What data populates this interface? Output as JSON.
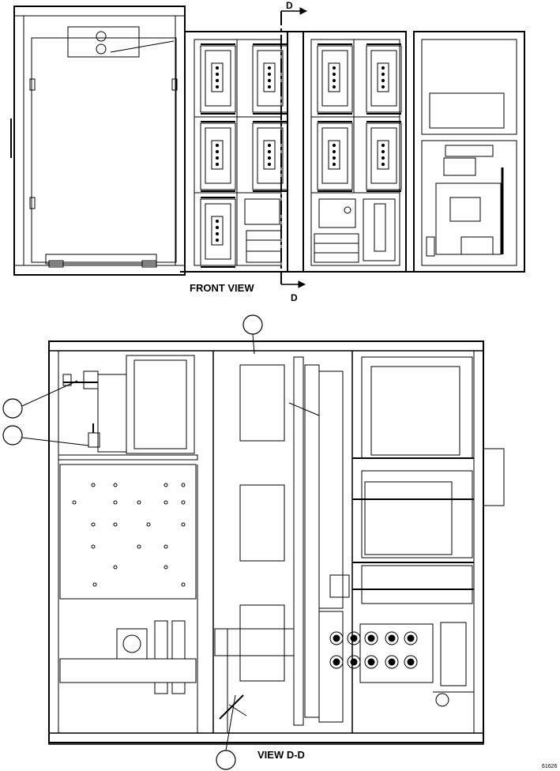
{
  "front_view": {
    "title": "FRONT VIEW",
    "section_marker_top": "D",
    "section_marker_bottom": "D"
  },
  "section_view": {
    "title": "VIEW D-D"
  },
  "figure_number": "61626",
  "callouts": [
    "",
    "",
    "",
    ""
  ]
}
